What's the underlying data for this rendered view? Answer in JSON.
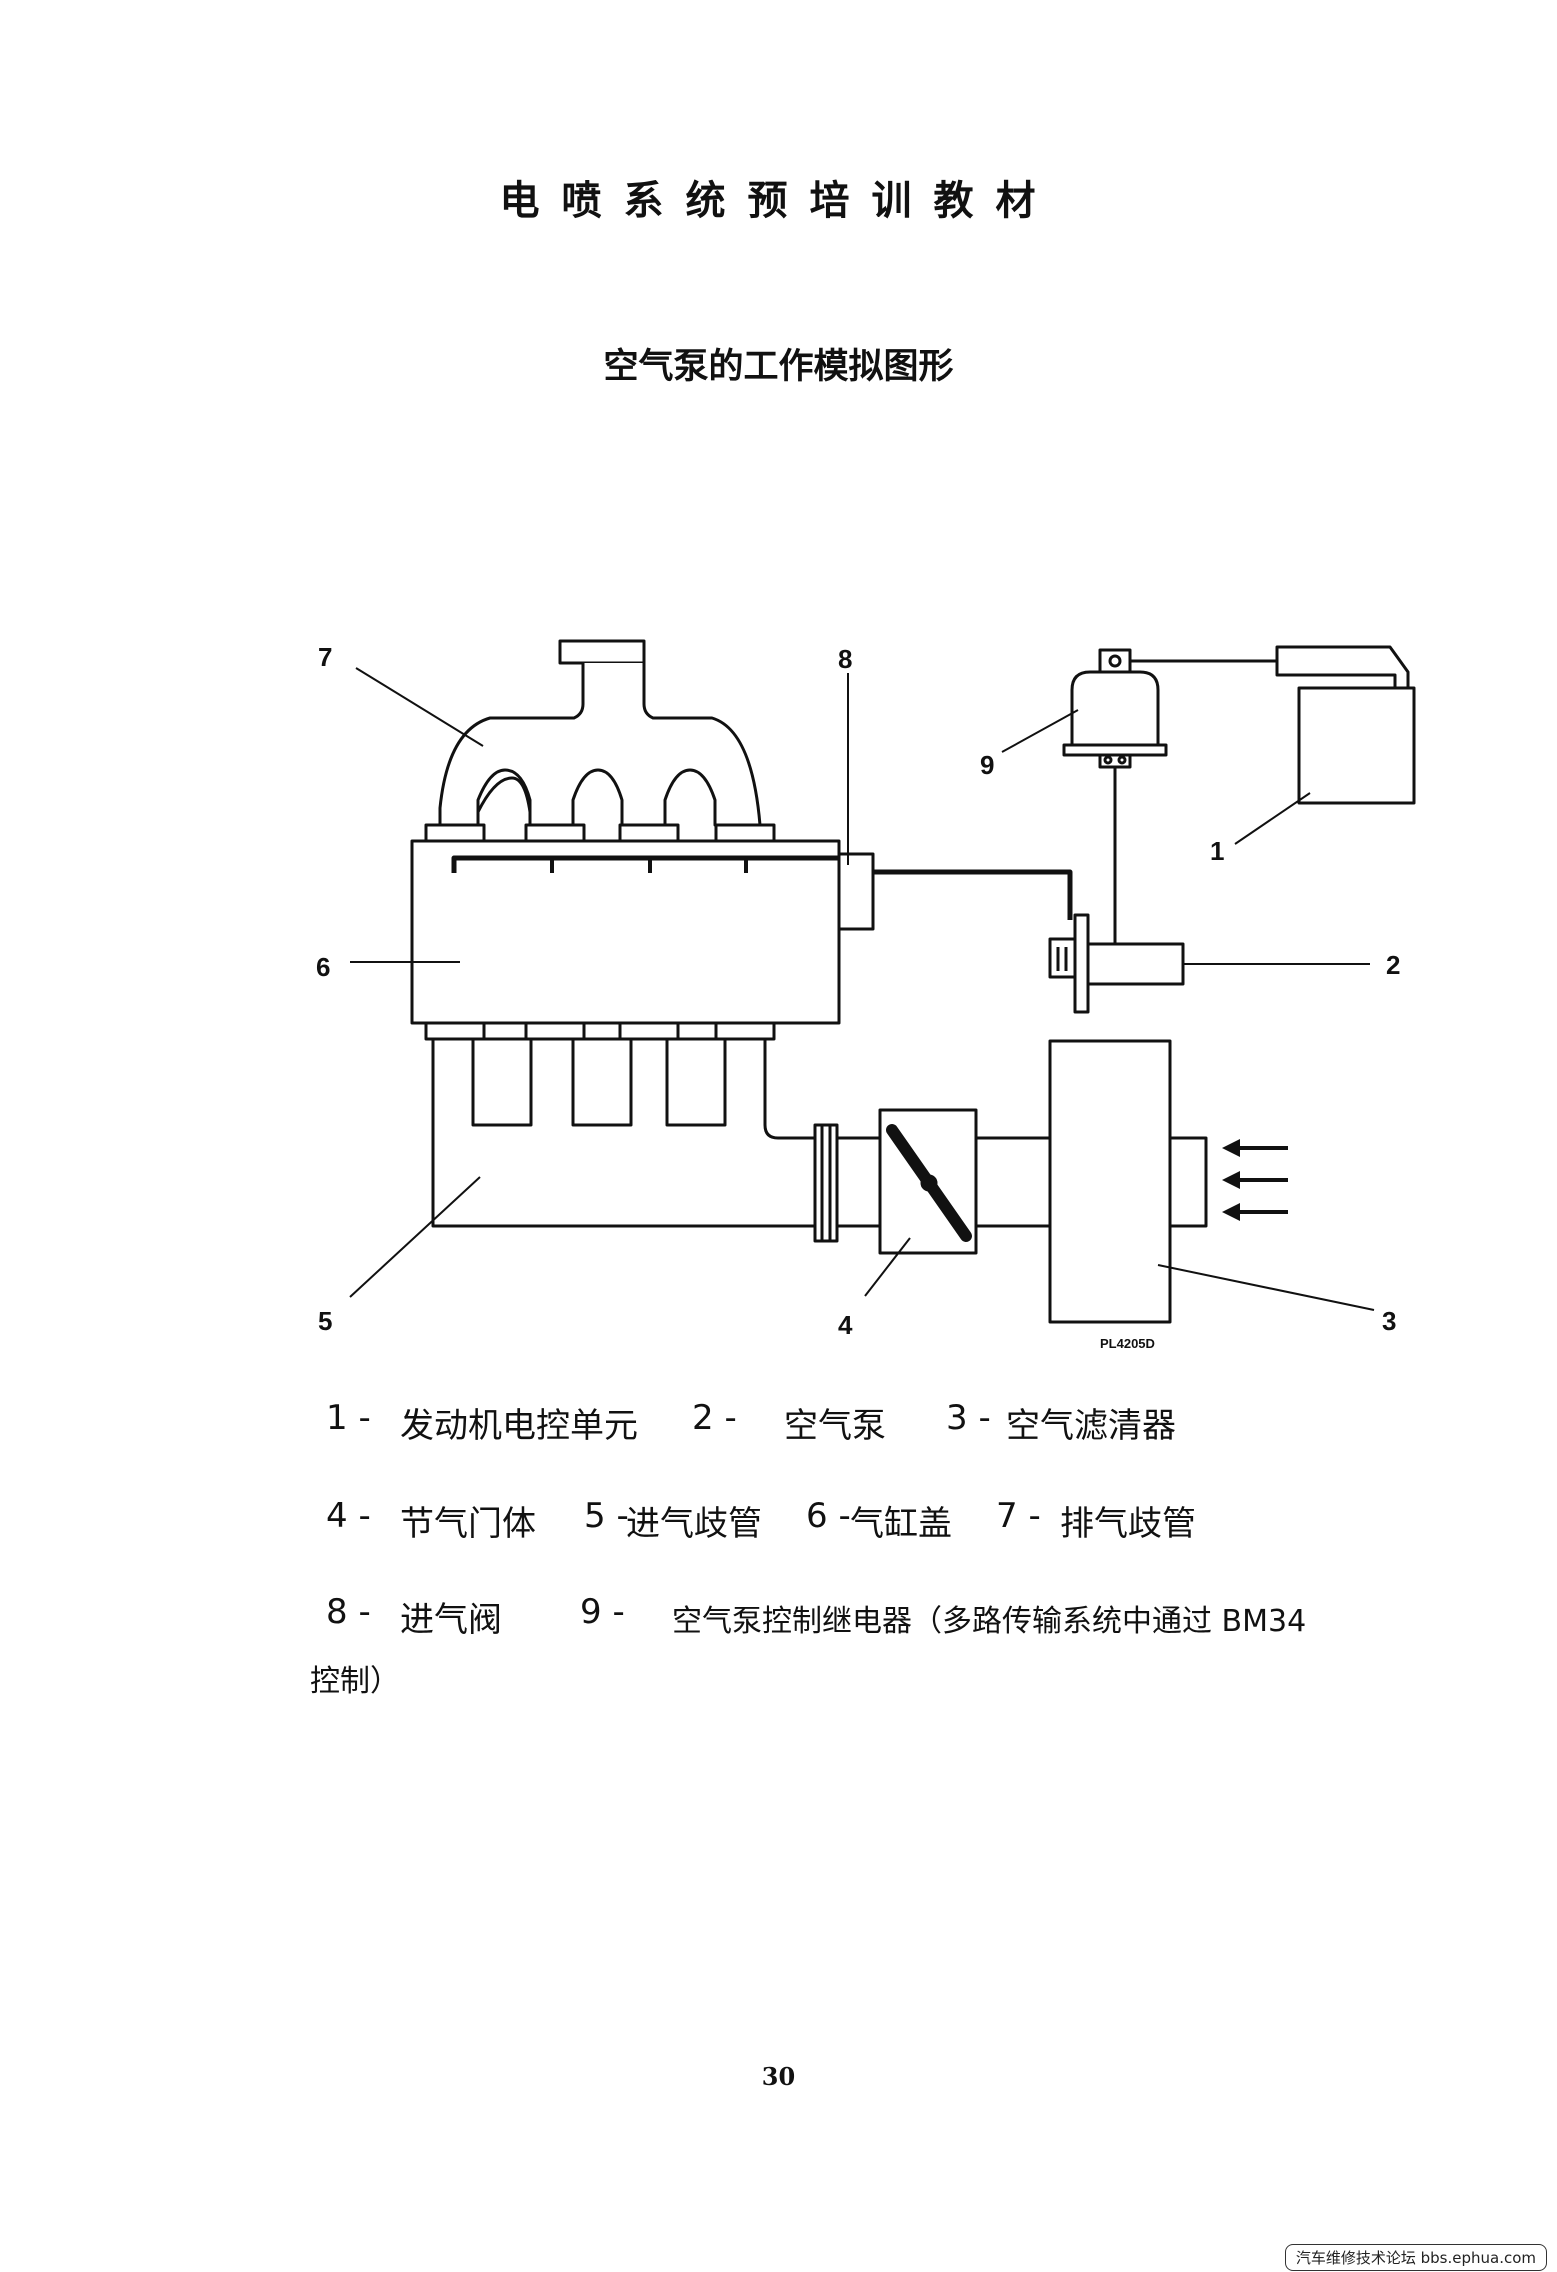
{
  "document": {
    "title": "电喷系统预培训教材",
    "section_title": "空气泵的工作模拟图形",
    "page_number": "30",
    "watermark": "汽车维修技术论坛 bbs.ephua.com"
  },
  "diagram": {
    "code": "PL4205D",
    "callouts": [
      "1",
      "2",
      "3",
      "4",
      "5",
      "6",
      "7",
      "8",
      "9"
    ]
  },
  "legend": {
    "line1": [
      {
        "num": "1 -",
        "text": "发动机电控单元"
      },
      {
        "num": "2 -",
        "text": "空气泵"
      },
      {
        "num": "3 -",
        "text": "空气滤清器"
      }
    ],
    "line2": [
      {
        "num": "4 -",
        "text": "节气门体"
      },
      {
        "num": "5 -",
        "text": "进气歧管"
      },
      {
        "num": "6 -",
        "text": "气缸盖"
      },
      {
        "num": "7 -",
        "text": "排气歧管"
      }
    ],
    "line3": [
      {
        "num": "8 -",
        "text": "进气阀"
      },
      {
        "num": "9 -",
        "text": "空气泵控制继电器（多路传输系统中通过 BM34"
      }
    ],
    "line4": "控制）"
  }
}
